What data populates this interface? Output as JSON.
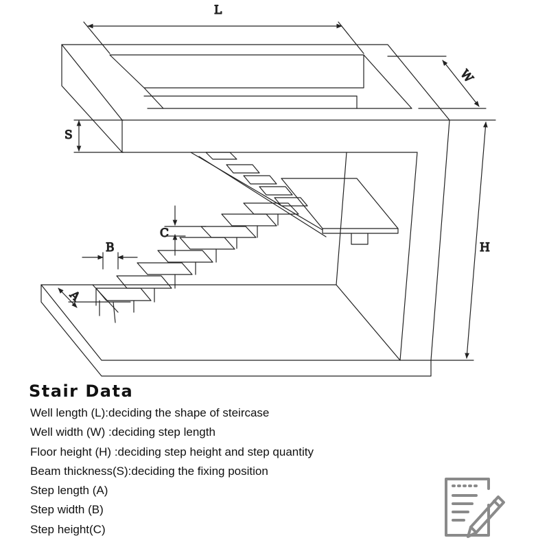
{
  "diagram": {
    "labels": {
      "L": "L",
      "W": "W",
      "S": "S",
      "H": "H",
      "C": "C",
      "B": "B",
      "A": "A"
    }
  },
  "legend": {
    "title": "Stair Data",
    "items": [
      "Well length (L):deciding the shape of steircase",
      "Well width (W) :deciding step length",
      "Floor height (H) :deciding step height and step quantity",
      "Beam thickness(S):deciding the fixing position",
      "Step length (A)",
      "Step width (B)",
      "Step height(C)"
    ]
  },
  "icons": {
    "notes": "notepad-with-pencil-icon"
  },
  "colors": {
    "line": "#222222",
    "icon": "#8a8a8a"
  }
}
